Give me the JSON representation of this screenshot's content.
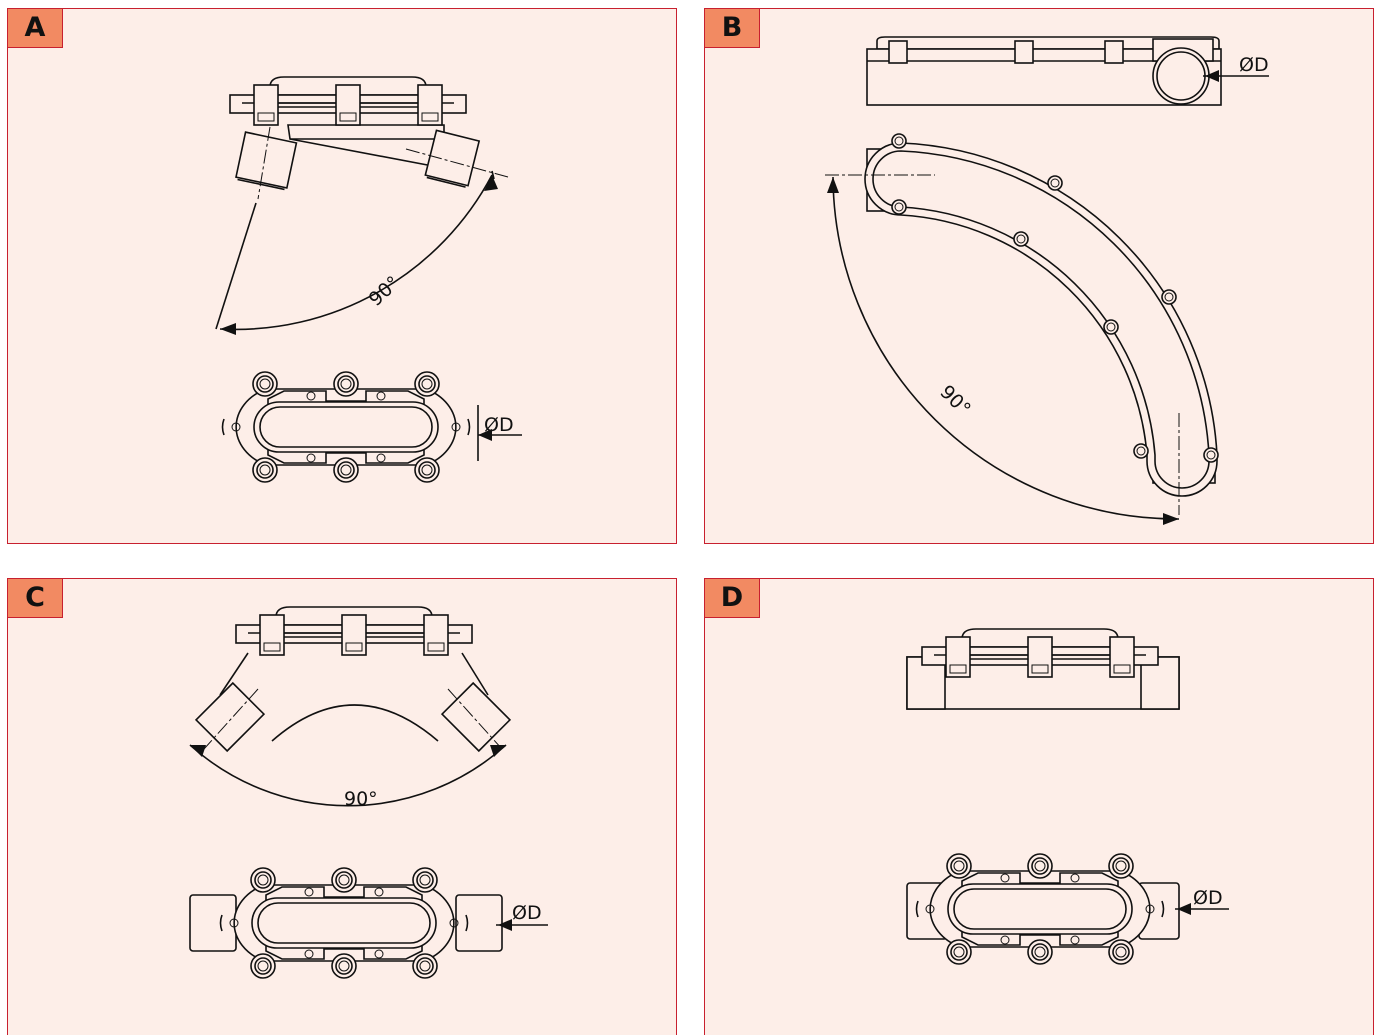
{
  "colors": {
    "panel_background": "#fdeee8",
    "panel_border": "#c8202f",
    "tag_background": "#f28a62",
    "line": "#111111"
  },
  "panels": [
    {
      "label": "A",
      "angle_label": "90°",
      "diameter_label": "ØD"
    },
    {
      "label": "B",
      "angle_label": "90°",
      "diameter_label": "ØD"
    },
    {
      "label": "C",
      "angle_label": "90°",
      "diameter_label": "ØD"
    },
    {
      "label": "D",
      "diameter_label": "ØD"
    }
  ]
}
